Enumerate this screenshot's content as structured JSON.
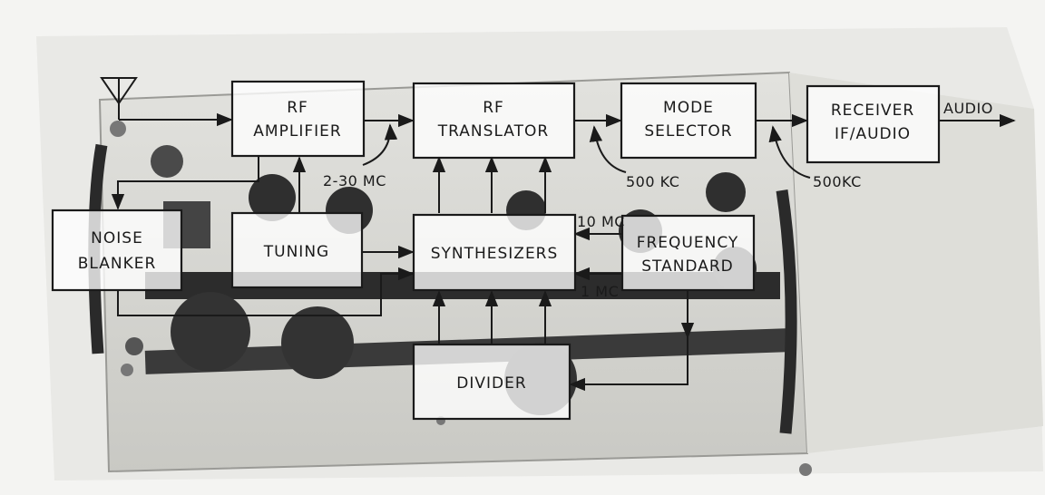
{
  "colors": {
    "paper": "#ffffff",
    "photo_panel": "#d6d6d2",
    "photo_dark": "#3a3a3a",
    "ink": "#1a1a1a"
  },
  "background": {
    "description_icon": "receiver-chassis-photo"
  },
  "blocks": {
    "rf_amplifier": {
      "line1": "RF",
      "line2": "AMPLIFIER"
    },
    "rf_translator": {
      "line1": "RF",
      "line2": "TRANSLATOR"
    },
    "mode_selector": {
      "line1": "MODE",
      "line2": "SELECTOR"
    },
    "receiver": {
      "line1": "RECEIVER",
      "line2": "IF/AUDIO"
    },
    "noise_blanker": {
      "line1": "NOISE",
      "line2": "BLANKER"
    },
    "tuning": {
      "line1": "TUNING"
    },
    "synthesizers": {
      "line1": "SYNTHESIZERS"
    },
    "frequency_standard": {
      "line1": "FREQUENCY",
      "line2": "STANDARD"
    },
    "divider": {
      "line1": "DIVIDER"
    }
  },
  "annotations": {
    "audio": "AUDIO",
    "freq_rf": "2-30 MC",
    "if_1": "500 KC",
    "if_2": "500KC",
    "ref_10": "10 MC",
    "ref_1": "1 MC"
  }
}
